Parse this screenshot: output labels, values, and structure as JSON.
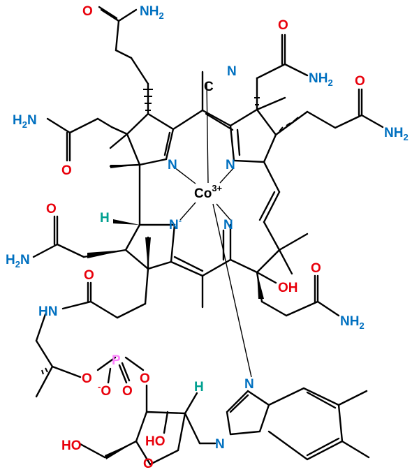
{
  "colors": {
    "oxygen": "#e8000b",
    "nitrogen": "#0070c0",
    "phosphorus": "#ff80ff",
    "hydrogen": "#00a090",
    "carbon": "#000000"
  },
  "labels": {
    "amide_n": "NH",
    "sub2": "2",
    "h2": "H",
    "h2_after": "N",
    "o": "O",
    "n": "N",
    "n_minus": "N",
    "minus": "-",
    "c_nitrile": "C",
    "cobalt": "Co",
    "co_charge": "3+",
    "h": "H",
    "oh": "OH",
    "ho": "HO",
    "p": "P",
    "o_minus": "O",
    "hn": "HN"
  }
}
